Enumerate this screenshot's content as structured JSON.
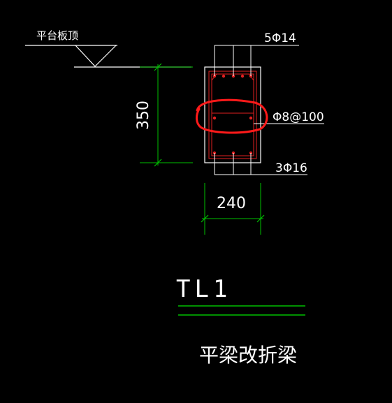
{
  "drawing": {
    "background_color": "#000000",
    "colors": {
      "line_white": "#ffffff",
      "dimension_green": "#00c000",
      "rebar_red": "#e02020",
      "highlight_red": "#ff1a1a"
    },
    "slab_label": "平台板顶",
    "beam_height_dim": "350",
    "beam_width_dim": "240",
    "top_rebar": "5Φ14",
    "stirrup": "Φ8@100",
    "bottom_rebar": "3Φ16",
    "beam_tag": "TL1",
    "beam_note": "平梁改折梁"
  }
}
